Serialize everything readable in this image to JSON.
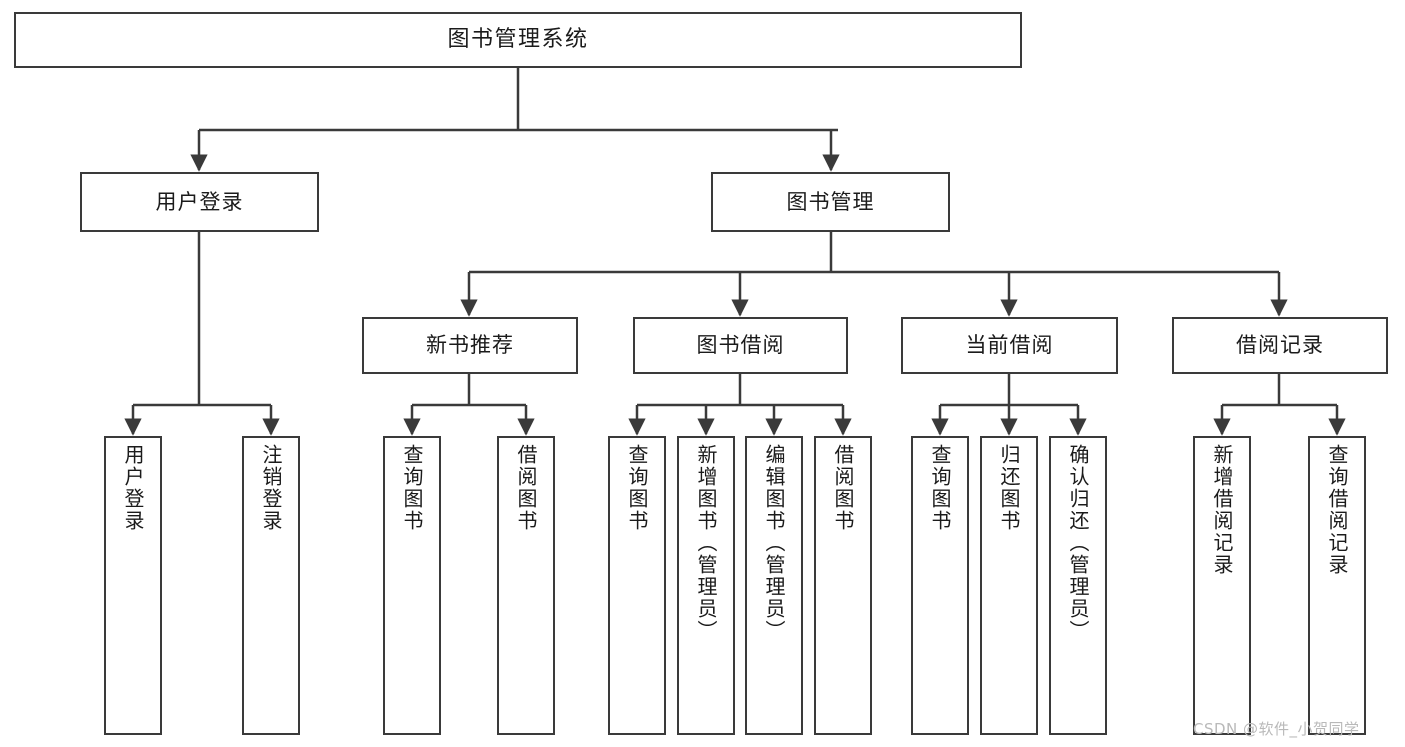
{
  "diagram": {
    "type": "tree-hierarchy",
    "title": "图书管理系统",
    "background_color": "#ffffff",
    "line_color": "#3a3a3a",
    "box_fill": "#ffffff",
    "text_color": "#1b1b1b",
    "watermark": "CSDN @软件_小贺同学",
    "watermark_color": "#b9b9b9"
  },
  "nodes": {
    "root": {
      "label": "图书管理系统",
      "level": 0
    },
    "level1": [
      {
        "id": "user-login",
        "label": "用户登录"
      },
      {
        "id": "book-manage",
        "label": "图书管理"
      }
    ],
    "level2": [
      {
        "id": "new-book-recommend",
        "label": "新书推荐",
        "parent": "book-manage"
      },
      {
        "id": "book-borrow",
        "label": "图书借阅",
        "parent": "book-manage"
      },
      {
        "id": "current-borrow",
        "label": "当前借阅",
        "parent": "book-manage"
      },
      {
        "id": "borrow-record",
        "label": "借阅记录",
        "parent": "book-manage"
      }
    ],
    "leaves": [
      {
        "id": "leaf-user-login",
        "label": "用户登录",
        "parent": "user-login"
      },
      {
        "id": "leaf-user-logout",
        "label": "注销登录",
        "parent": "user-login"
      },
      {
        "id": "leaf-query-book-1",
        "label": "查询图书",
        "parent": "new-book-recommend"
      },
      {
        "id": "leaf-borrow-book-1",
        "label": "借阅图书",
        "parent": "new-book-recommend"
      },
      {
        "id": "leaf-query-book-2",
        "label": "查询图书",
        "parent": "book-borrow"
      },
      {
        "id": "leaf-add-book",
        "label": "新增图书（管理员）",
        "parent": "book-borrow"
      },
      {
        "id": "leaf-edit-book",
        "label": "编辑图书（管理员）",
        "parent": "book-borrow"
      },
      {
        "id": "leaf-borrow-book-2",
        "label": "借阅图书",
        "parent": "book-borrow"
      },
      {
        "id": "leaf-query-book-3",
        "label": "查询图书",
        "parent": "current-borrow"
      },
      {
        "id": "leaf-return-book",
        "label": "归还图书",
        "parent": "current-borrow"
      },
      {
        "id": "leaf-confirm-return",
        "label": "确认归还（管理员）",
        "parent": "current-borrow"
      },
      {
        "id": "leaf-add-record",
        "label": "新增借阅记录",
        "parent": "borrow-record"
      },
      {
        "id": "leaf-query-record",
        "label": "查询借阅记录",
        "parent": "borrow-record"
      }
    ]
  }
}
